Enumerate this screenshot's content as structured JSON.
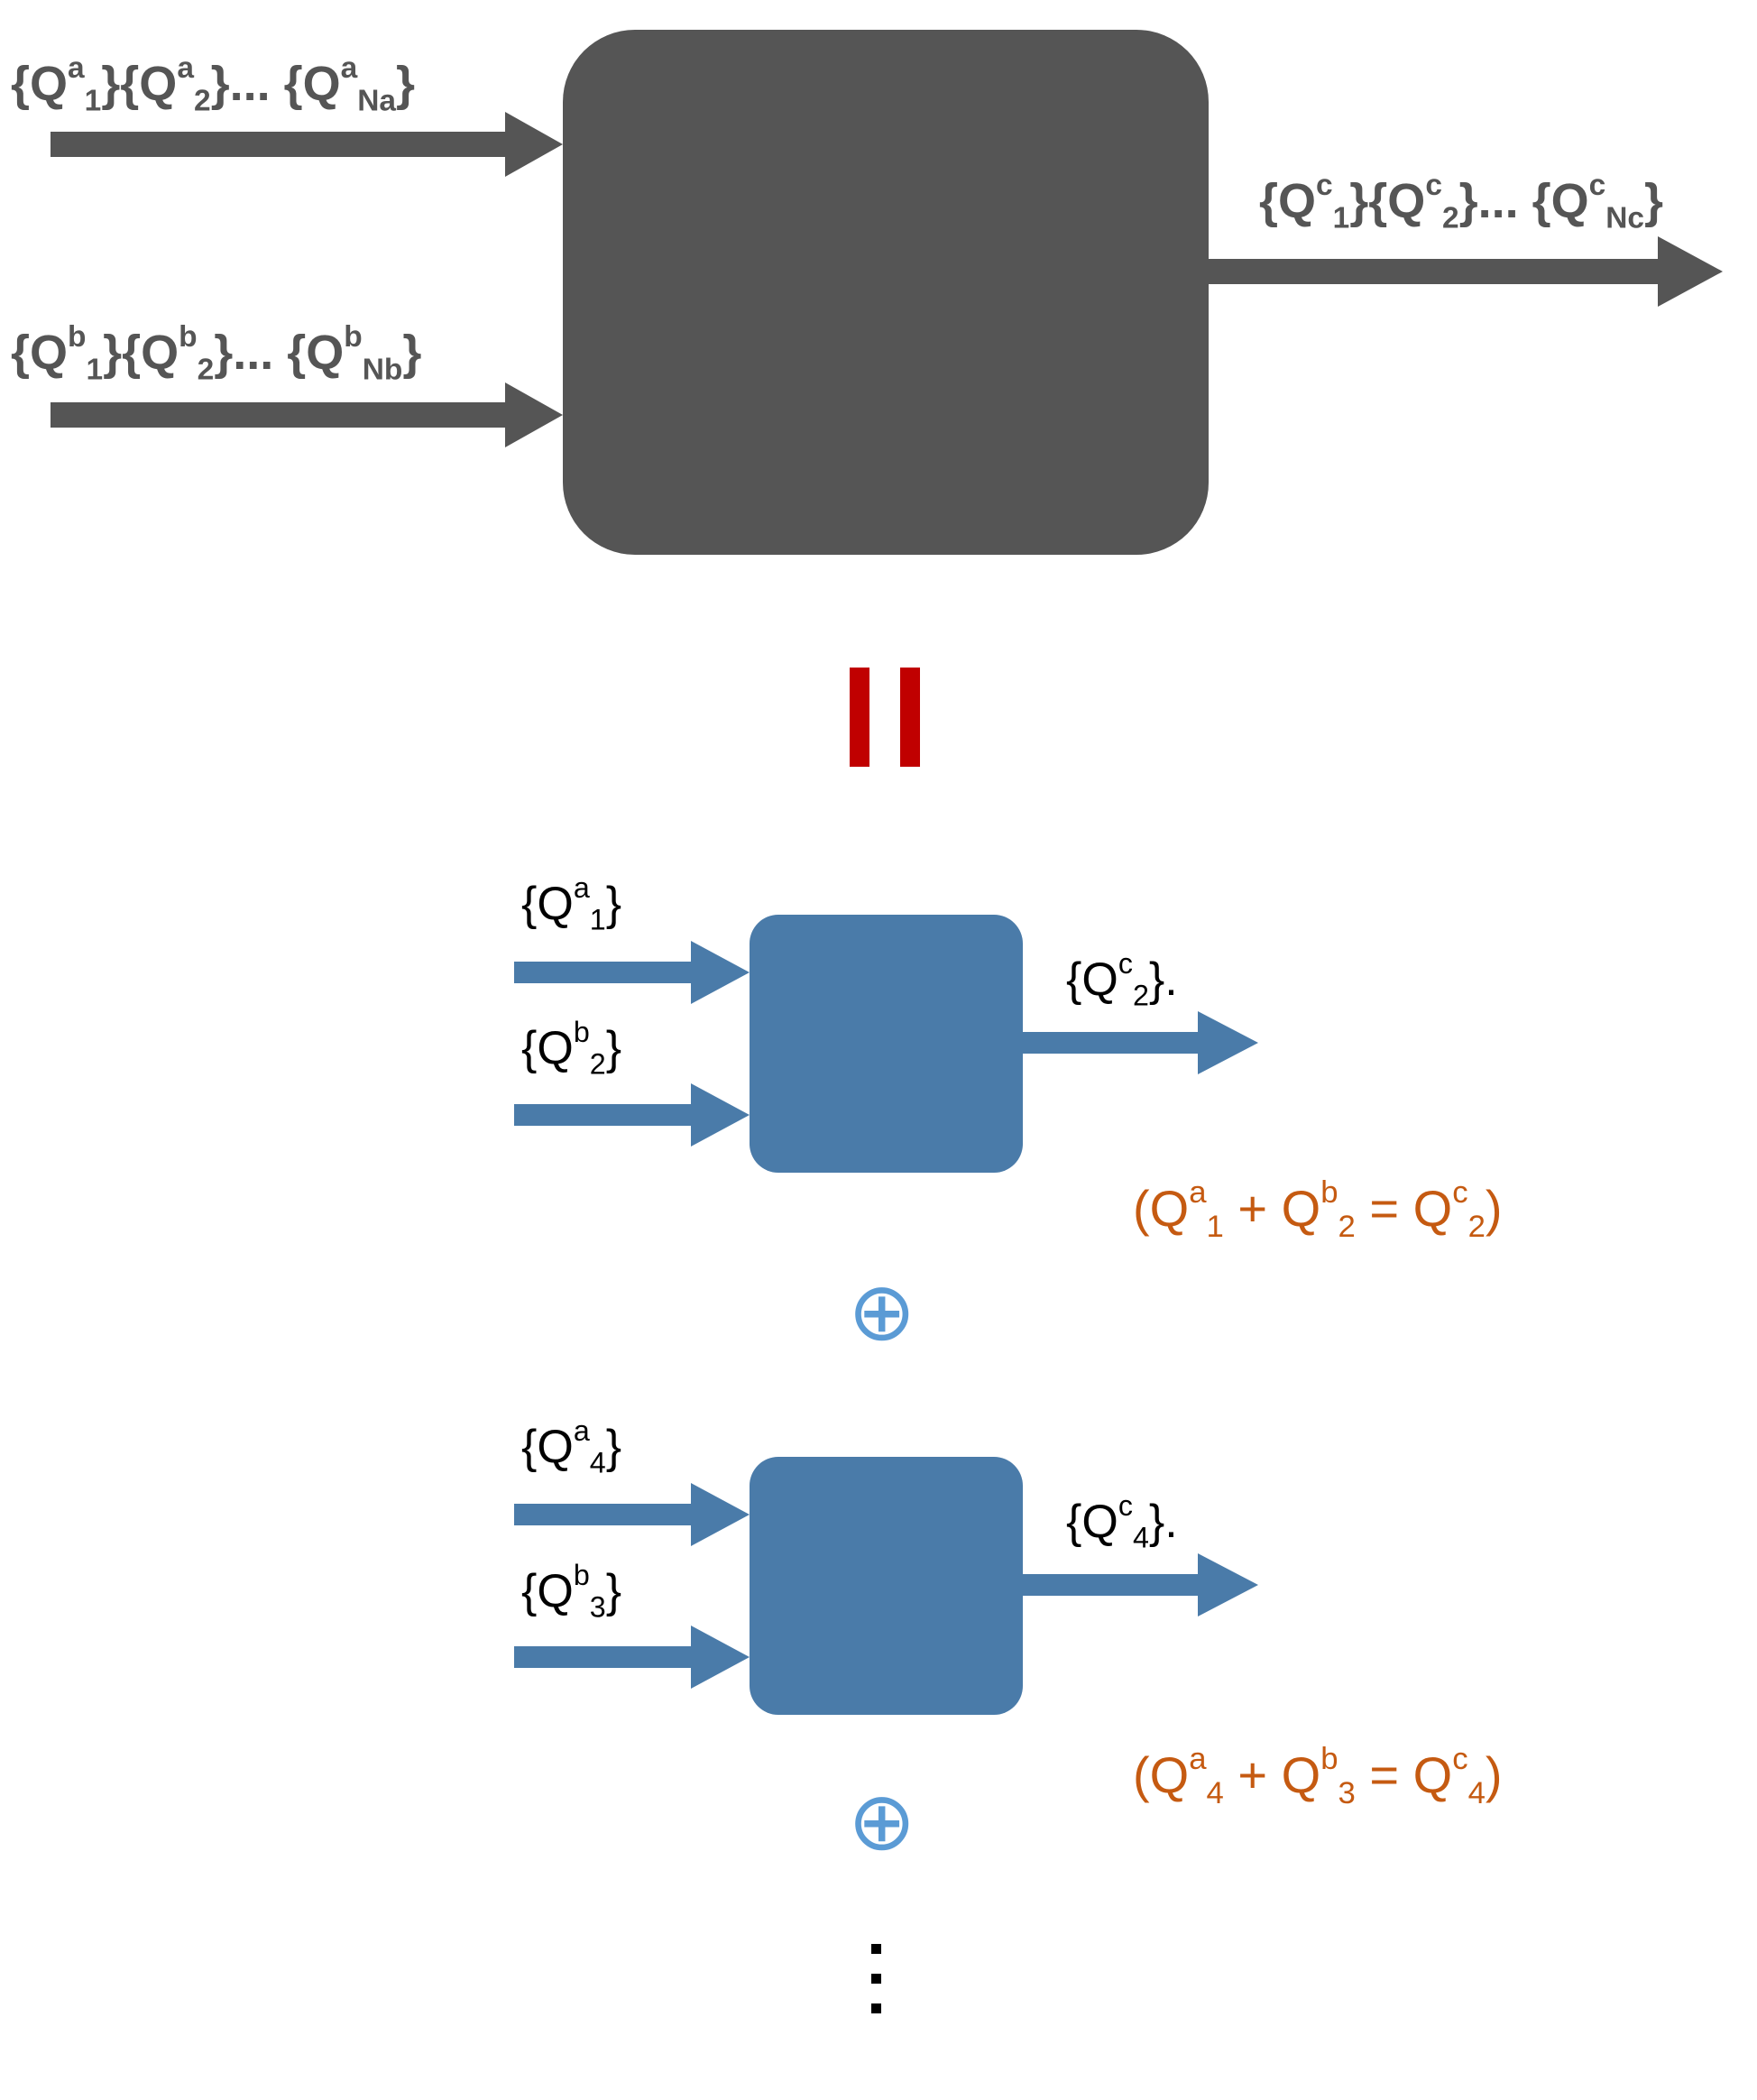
{
  "colors": {
    "gray": "#555555",
    "blue": "#4A7BA9",
    "orange": "#C55A11",
    "red": "#C00000",
    "oplus": "#5B9BD5"
  },
  "top": {
    "input_a": {
      "open": "{Q",
      "sup": "a",
      "sub1": "1",
      "mid": "}{Q",
      "sup2": "a",
      "sub2": "2",
      "ellipsis": "}... {Q",
      "sup3": "a",
      "subN": "Na",
      "close": "}"
    },
    "input_b": {
      "open": "{Q",
      "sup": "b",
      "sub1": "1",
      "mid": "}{Q",
      "sup2": "b",
      "sub2": "2",
      "ellipsis": "}... {Q",
      "sup3": "b",
      "subN": "Nb",
      "close": "}"
    },
    "output_c": {
      "open": "{Q",
      "sup": "c",
      "sub1": "1",
      "mid": "}{Q",
      "sup2": "c",
      "sub2": "2",
      "ellipsis": "}... {Q",
      "sup3": "c",
      "subN": "Nc",
      "close": "}"
    }
  },
  "equals_symbol": "=",
  "blocks": [
    {
      "in_a": {
        "pre": "{Q",
        "sup": "a",
        "sub": "1",
        "post": "}"
      },
      "in_b": {
        "pre": "{Q",
        "sup": "b",
        "sub": "2",
        "post": "}"
      },
      "out": {
        "pre": "{Q",
        "sup": "c",
        "sub": "2",
        "post": "}."
      },
      "equation": {
        "open": "(Q",
        "s1": "a",
        "b1": "1",
        "plus": " + Q",
        "s2": "b",
        "b2": "2",
        "eq": " = Q",
        "s3": "c",
        "b3": "2",
        "close": ")"
      }
    },
    {
      "in_a": {
        "pre": "{Q",
        "sup": "a",
        "sub": "4",
        "post": "}"
      },
      "in_b": {
        "pre": "{Q",
        "sup": "b",
        "sub": "3",
        "post": "}"
      },
      "out": {
        "pre": "{Q",
        "sup": "c",
        "sub": "4",
        "post": "}."
      },
      "equation": {
        "open": "(Q",
        "s1": "a",
        "b1": "4",
        "plus": " + Q",
        "s2": "b",
        "b2": "3",
        "eq": " = Q",
        "s3": "c",
        "b3": "4",
        "close": ")"
      }
    }
  ],
  "oplus_symbol": "⊕",
  "continuation_symbol": "⋮"
}
